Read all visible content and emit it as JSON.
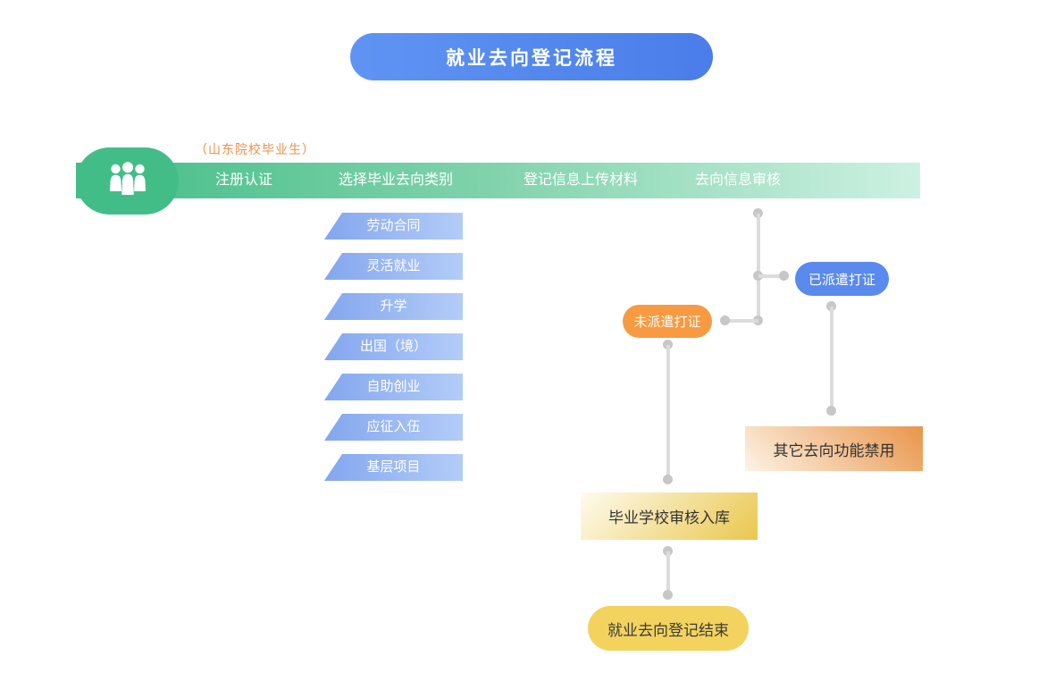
{
  "title": "就业去向登记流程",
  "audience_note": "（山东院校毕业生）",
  "steps": [
    "注册认证",
    "选择毕业去向类别",
    "登记信息上传材料",
    "去向信息审核"
  ],
  "categories": [
    "劳动合同",
    "灵活就业",
    "升学",
    "出国（境）",
    "自助创业",
    "应征入伍",
    "基层项目"
  ],
  "flow": {
    "dispatched_label": "已派遣打证",
    "not_dispatched_label": "未派遣打证",
    "others_disabled_label": "其它去向功能禁用",
    "school_review_label": "毕业学校审核入库",
    "end_label": "就业去向登记结束"
  },
  "icons": {
    "people": "people-icon"
  },
  "colors": {
    "title_blue": "#4a7de9",
    "stage_green": "#43bd87",
    "stage_green_fade": "#cdf1e2",
    "category_blue": "#83a6ee",
    "category_blue_light": "#b3ccf8",
    "dispatched_blue": "#5a8aee",
    "not_dispatched_orange": "#f79a41",
    "disabled_orange": "#e9954a",
    "school_gold": "#eac74e",
    "end_yellow": "#f3d35e",
    "caption_orange": "#f0924a",
    "connector_gray": "#dcdcdc",
    "dot_gray": "#c7c7c7"
  }
}
